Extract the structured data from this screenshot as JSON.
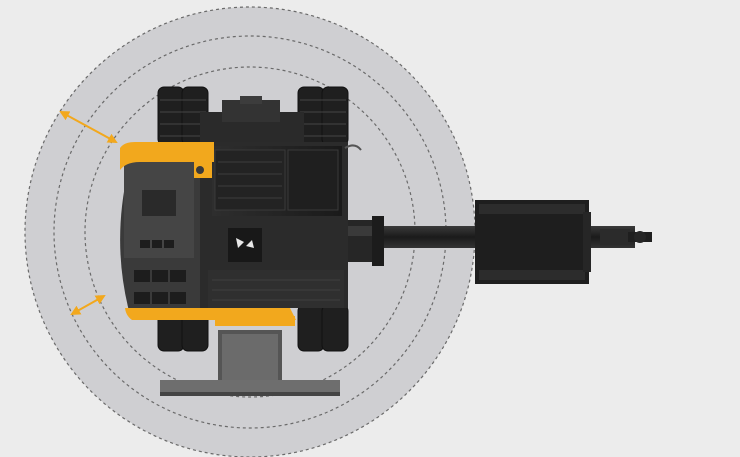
{
  "diagram": {
    "subject": "excavator-top-view",
    "background_color": "#ececec",
    "swing_zone_color": "#cfcfd2",
    "dashed_ring_color": "#6a6a6a",
    "machine_body_color": "#2b2b2b",
    "machine_dark_color": "#1a1a1a",
    "counterweight_color": "#3a3a3a",
    "accent_color": "#f2a81d",
    "arrow_color": "#f2a81d",
    "rings": 3,
    "clearance_arrows": 2
  }
}
